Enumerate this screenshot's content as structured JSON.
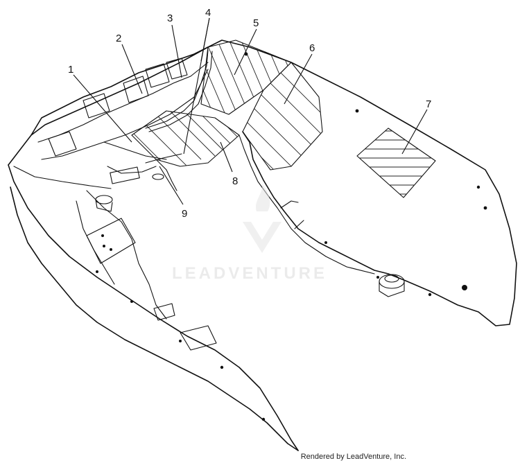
{
  "callouts": [
    {
      "label": "1"
    },
    {
      "label": "2"
    },
    {
      "label": "3"
    },
    {
      "label": "4"
    },
    {
      "label": "5"
    },
    {
      "label": "6"
    },
    {
      "label": "7"
    },
    {
      "label": "8"
    },
    {
      "label": "9"
    }
  ],
  "watermark": {
    "text": "LEADVENTURE"
  },
  "footer": {
    "credit": "Rendered by LeadVenture, Inc."
  }
}
